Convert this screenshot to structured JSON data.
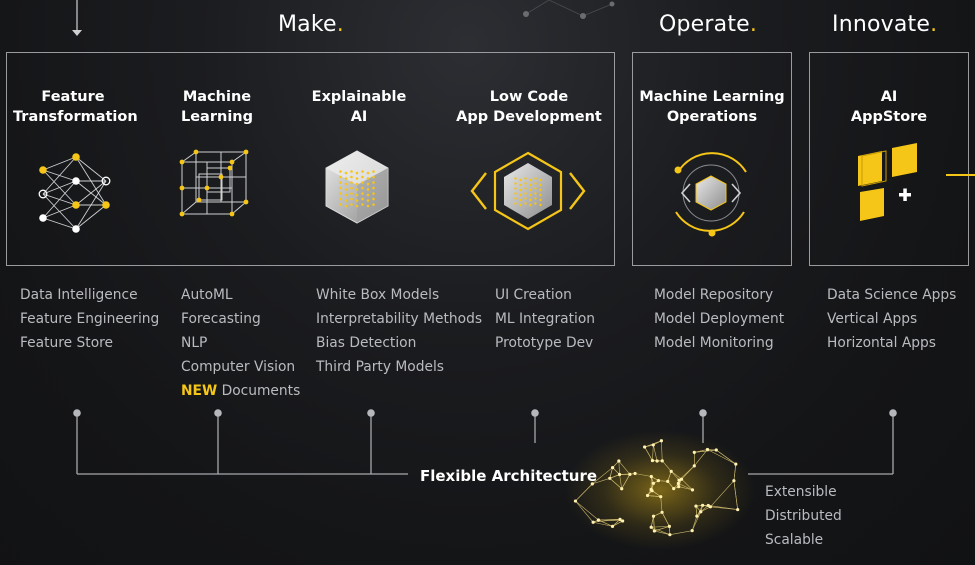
{
  "sections": {
    "make": {
      "title": "Make",
      "dot": "."
    },
    "operate": {
      "title": "Operate",
      "dot": "."
    },
    "innovate": {
      "title": "Innovate",
      "dot": "."
    }
  },
  "columns": [
    {
      "title_line1": "Feature",
      "title_line2": "Transformation",
      "icon": "neural-network-icon",
      "items": [
        "Data Intelligence",
        "Feature Engineering",
        "Feature Store"
      ]
    },
    {
      "title_line1": "Machine",
      "title_line2": "Learning",
      "icon": "wireframe-cube-icon",
      "items": [
        "AutoML",
        "Forecasting",
        "NLP",
        "Computer Vision"
      ],
      "new_tag": "NEW",
      "new_item": "Documents"
    },
    {
      "title_line1": "Explainable",
      "title_line2": "AI",
      "icon": "white-box-cube-icon",
      "items": [
        "White Box Models",
        "Interpretability Methods",
        "Bias Detection",
        "Third Party Models"
      ]
    },
    {
      "title_line1": "Low Code",
      "title_line2": "App Development",
      "icon": "code-cube-icon",
      "items": [
        "UI Creation",
        "ML Integration",
        "Prototype Dev"
      ]
    },
    {
      "title_line1": "Machine Learning",
      "title_line2": "Operations",
      "icon": "mlops-cycle-icon",
      "items": [
        "Model Repository",
        "Model Deployment",
        "Model Monitoring"
      ]
    },
    {
      "title_line1": "AI",
      "title_line2": "AppStore",
      "icon": "app-blocks-icon",
      "items": [
        "Data Science Apps",
        "Vertical Apps",
        "Horizontal Apps"
      ]
    }
  ],
  "architecture": {
    "label": "Flexible Architecture",
    "icon": "cloud-network-icon",
    "properties": [
      "Extensible",
      "Distributed",
      "Scalable"
    ]
  },
  "colors": {
    "accent": "#f5c518",
    "frame": "#9a9b9e",
    "text_muted": "#b9bbbf"
  }
}
